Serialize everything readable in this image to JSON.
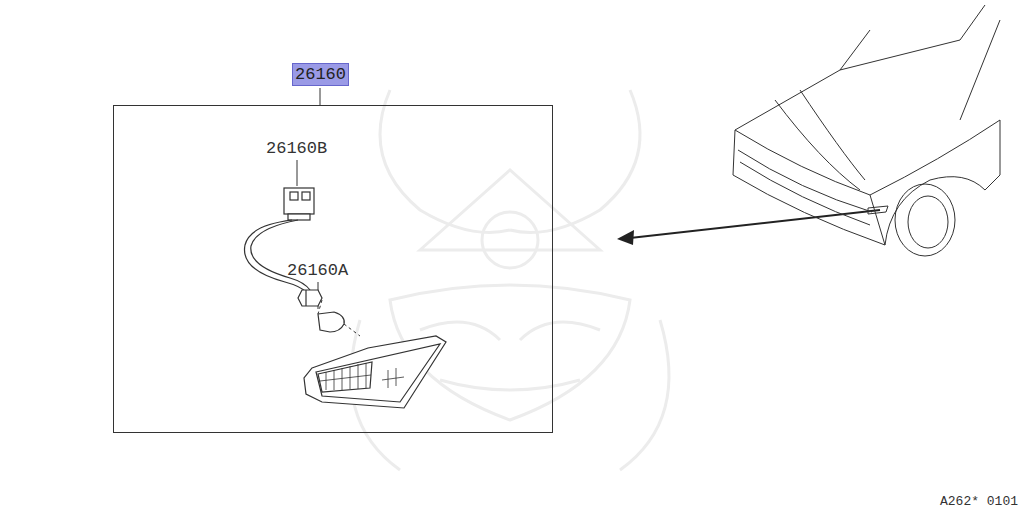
{
  "diagram": {
    "nodes": [
      {
        "text": [
          "26160"
        ]
      }
    ],
    "labels": [
      "26160B",
      "26160A",
      "A262* 0101"
    ]
  }
}
